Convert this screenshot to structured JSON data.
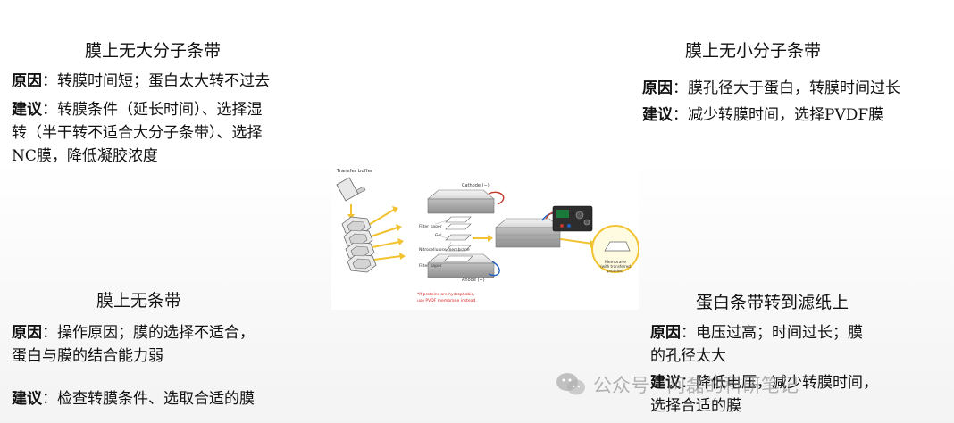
{
  "top_left": {
    "title": "膜上无大分子条带",
    "reason_label": "原因",
    "reason_text": "：转膜时间短；蛋白太大转不过去",
    "suggest_label": "建议",
    "suggest_line1": "：转膜条件（延长时间）、选择湿",
    "suggest_line2": "转（半干转不适合大分子条带）、选择",
    "suggest_line3": "NC膜，降低凝胶浓度"
  },
  "top_right": {
    "title": "膜上无小分子条带",
    "reason_label": "原因",
    "reason_text": "：膜孔径大于蛋白，转膜时间过长",
    "suggest_label": "建议",
    "suggest_text": "：减少转膜时间，选择PVDF膜"
  },
  "bottom_left": {
    "title": "膜上无条带",
    "reason_label": "原因",
    "reason_line1": "：操作原因；膜的选择不适合，",
    "reason_line2": "蛋白与膜的结合能力弱",
    "suggest_label": "建议",
    "suggest_text": "：检查转膜条件、选取合适的膜"
  },
  "bottom_right": {
    "title": "蛋白条带转到滤纸上",
    "reason_label": "原因",
    "reason_line1": "：电压过高；时间过长；膜",
    "reason_line2": "的孔径太大",
    "suggest_label": "建议",
    "suggest_line1": "：降低电压，减少转膜时间，",
    "suggest_line2": "选择合适的膜"
  },
  "diagram": {
    "transfer_buffer": "Transfer buffer",
    "cathode": "Cathode (−)",
    "filter_paper_top": "Filter paper",
    "gel": "Gel",
    "nitrocellulose": "Nitrocellulose membrane",
    "filter_paper_bottom": "Filter paper",
    "anode": "Anode (+)",
    "note_line1": "*If proteins are hydrophobic,",
    "note_line2": "use PVDF membrane instead.",
    "membrane_label": "Membrane",
    "membrane_sub1": "(with transferred",
    "membrane_sub2": "proteins)"
  },
  "watermark": {
    "text": "公众号 · 阿磊的科研笔记"
  },
  "colors": {
    "arrow": "#f2c230",
    "note": "#d22",
    "cathode_wire": "#c0392b",
    "anode_wire": "#1f5fbf"
  }
}
